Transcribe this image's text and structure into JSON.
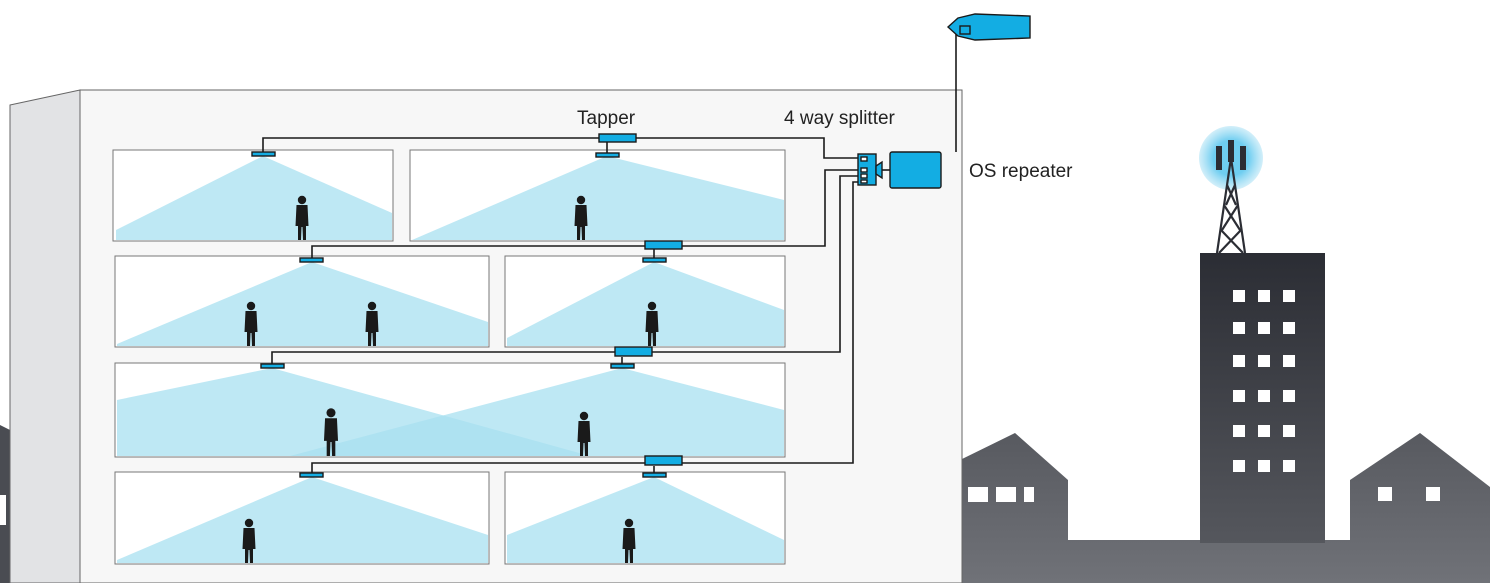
{
  "labels": {
    "tapper": "Tapper",
    "splitter": "4 way splitter",
    "repeater": "OS repeater"
  },
  "colors": {
    "device": "#13ade3",
    "coverage": "#a8e0f0",
    "building_dark": "#2b2d34",
    "ground": "#6a6c72",
    "wall": "#f7f7f7",
    "side_wall": "#e2e3e5"
  },
  "icons": {
    "antenna": "yagi-antenna-icon",
    "tower": "cell-tower-icon",
    "person": "person-silhouette-icon"
  }
}
